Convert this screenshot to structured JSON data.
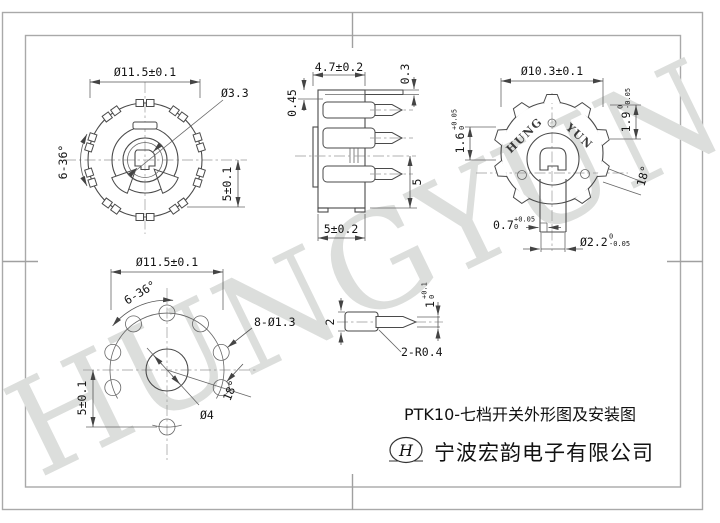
{
  "watermark_text": "HUNGYUN",
  "title_block": {
    "drawing_title": "PTK10-七档开关外形图及安装图",
    "company_name": "宁波宏韵电子有限公司",
    "logo_letter": "H"
  },
  "views": {
    "knob_top": {
      "dims": {
        "outer_diameter": "Ø11.5±0.1",
        "shaft_hole": "Ø3.3",
        "detent_angle": "6-36°",
        "height": "5±0.1"
      }
    },
    "side": {
      "dims": {
        "body_width": "4.7±0.2",
        "flange_thickness": "0.3",
        "step": "0.45",
        "terminal_span": "5",
        "body_height": "5±0.2"
      }
    },
    "bottom": {
      "brand_left": "HUNG",
      "brand_right": "YUN",
      "dims": {
        "outer_diameter": "Ø10.3±0.1",
        "slot": {
          "v": "1.9",
          "tol_top": "0",
          "tol_bottom": "-0.05"
        },
        "key": {
          "v": "1.6",
          "tol_top": "+0.05",
          "tol_bottom": "0"
        },
        "index_angle": "18°",
        "step": {
          "v": "0.7",
          "tol_top": "+0.05",
          "tol_bottom": "0"
        },
        "shaft": {
          "v": "Ø2.2",
          "tol_top": "0",
          "tol_bottom": "-0.05"
        }
      }
    },
    "mounting": {
      "dims": {
        "outer_diameter": "Ø11.5±0.1",
        "pitch": "6-36°",
        "holes": "8-Ø1.3",
        "index_angle": "18°",
        "height": "5±0.1",
        "center_hole": "Ø4"
      }
    },
    "terminal_detail": {
      "dims": {
        "width": "2",
        "thickness": {
          "v": "1",
          "tol_top": "+0.1",
          "tol_bottom": "0"
        },
        "fillet": "2-R0.4"
      }
    }
  }
}
